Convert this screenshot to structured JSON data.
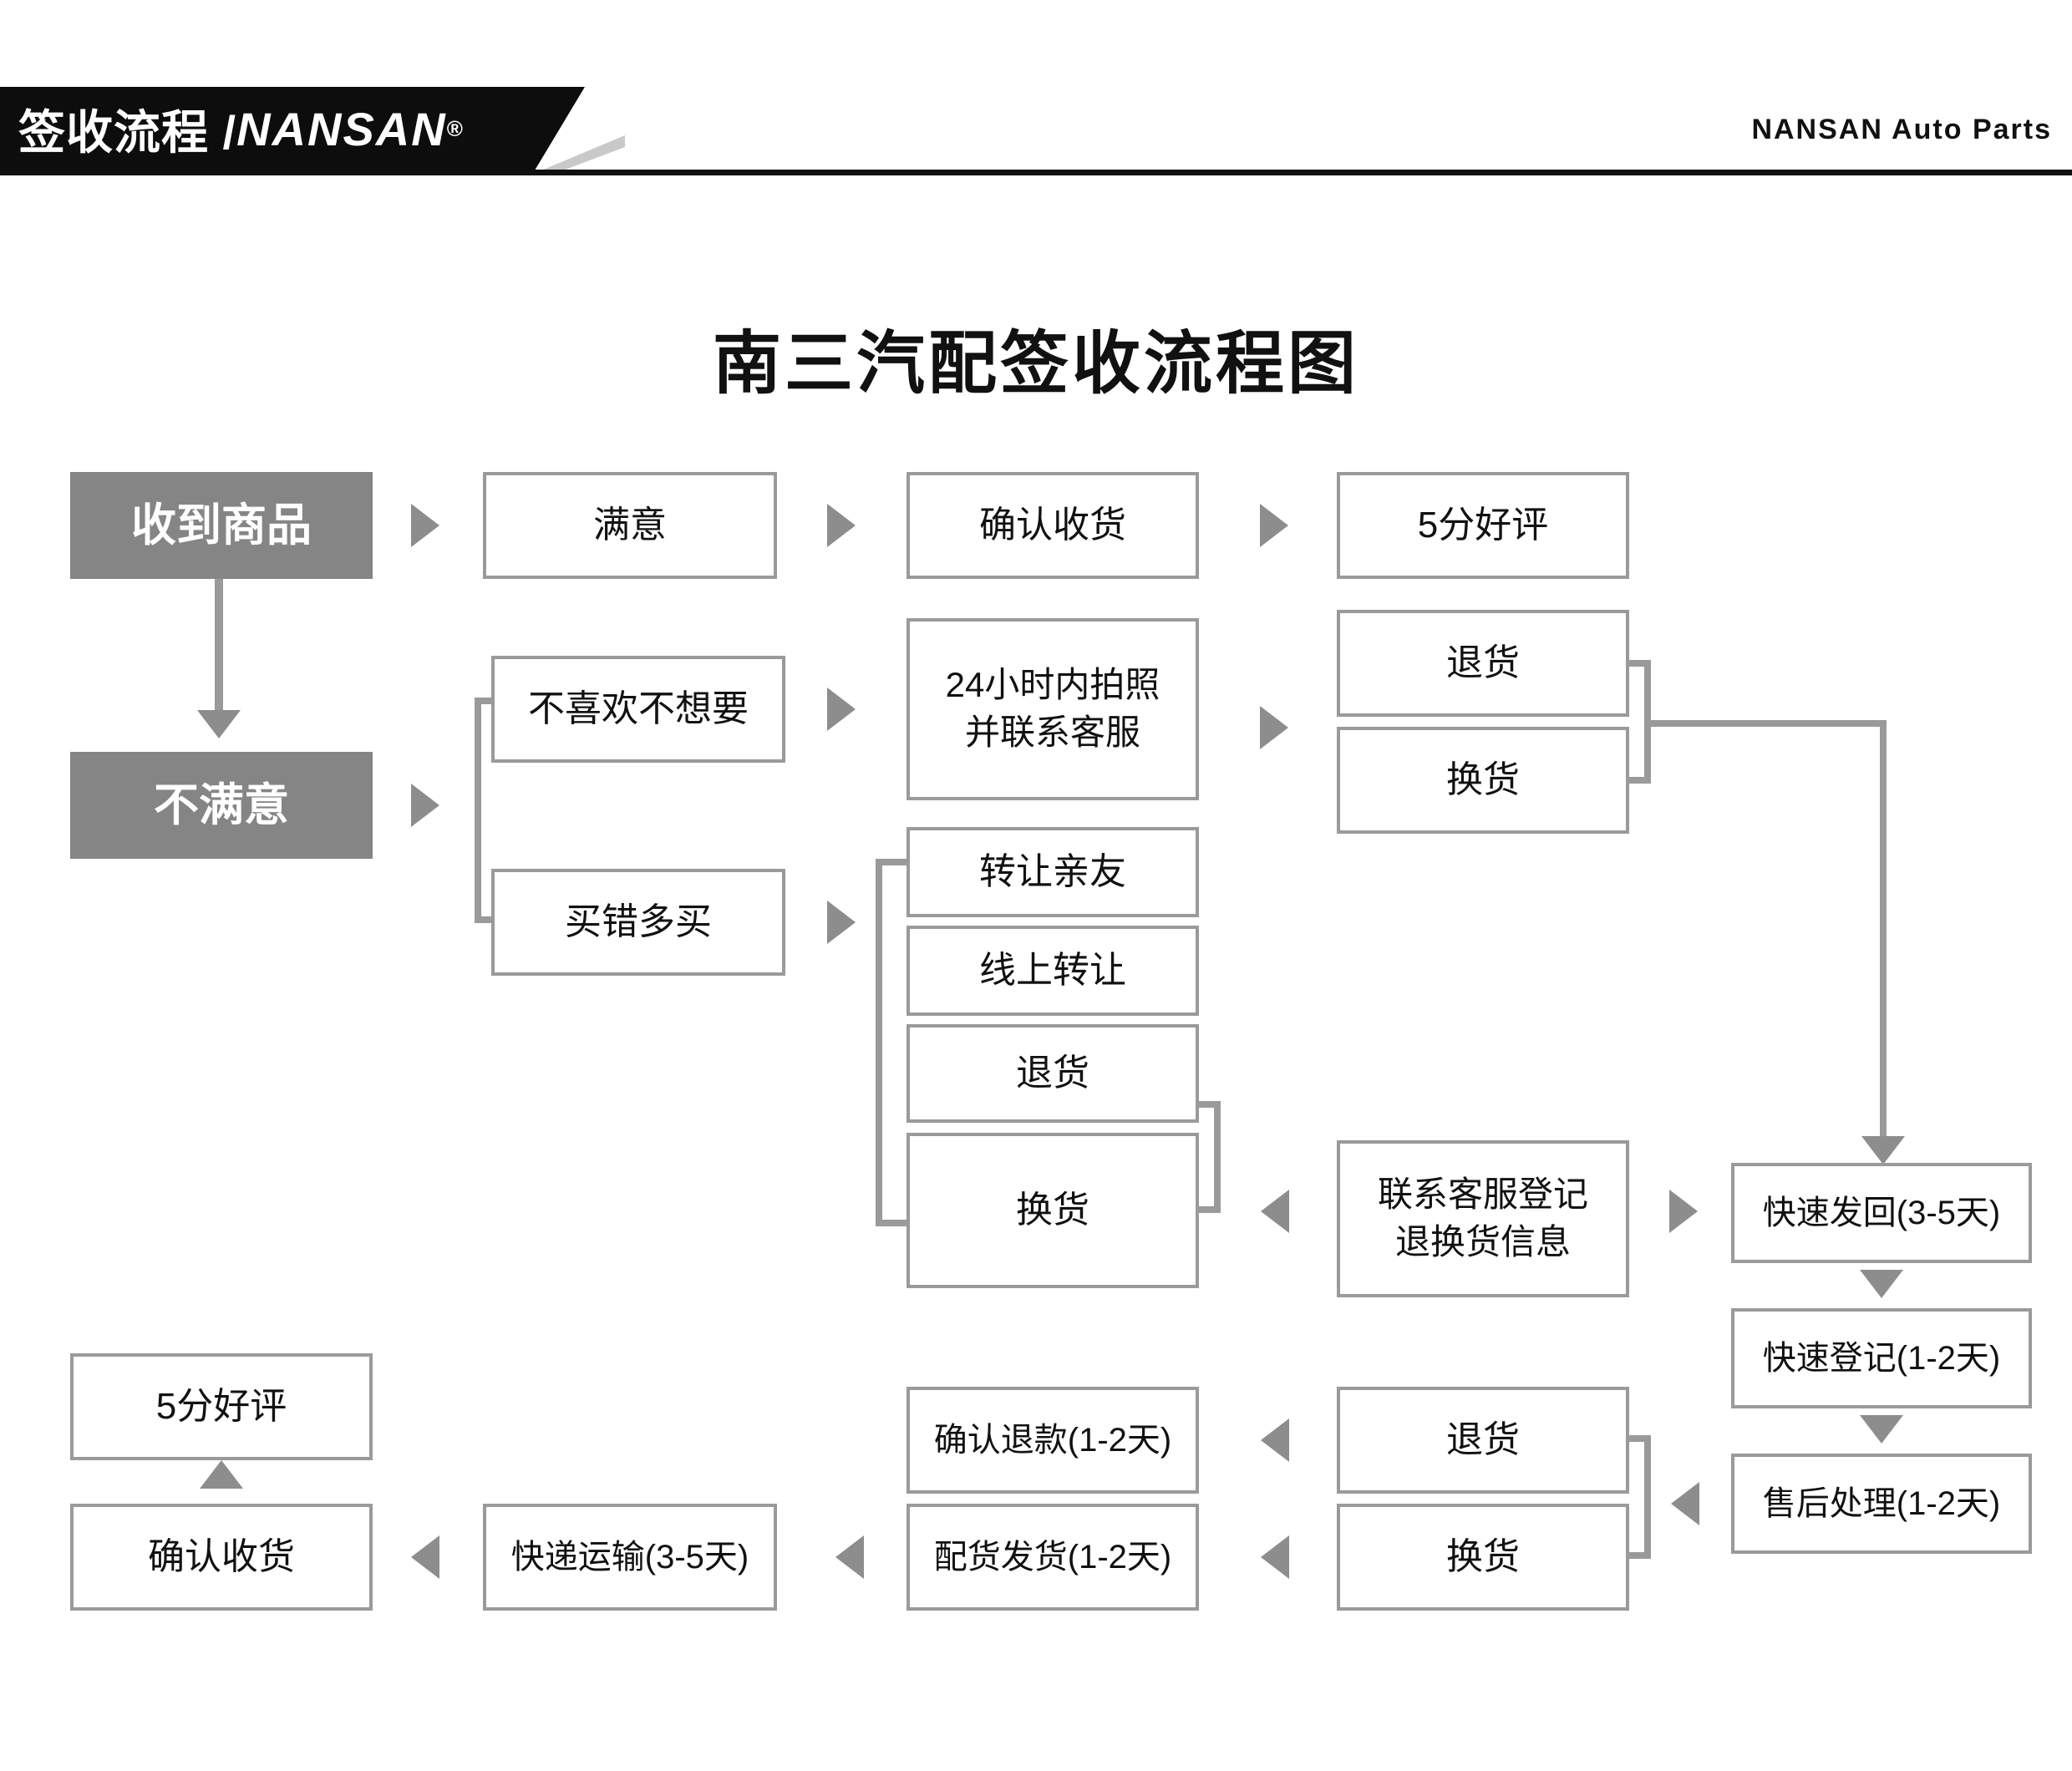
{
  "header": {
    "banner_cn": "签收流程 / ",
    "banner_brand": "NANSAN",
    "banner_reg": "®",
    "right_label": "NANSAN Auto Parts"
  },
  "title": "南三汽配签收流程图",
  "colors": {
    "filled_node_bg": "#858585",
    "node_border": "#9a9a9a",
    "connector": "#9a9a9a",
    "arrow": "#8d8d8d",
    "banner_bg": "#0d0d0d",
    "banner_text": "#ffffff"
  },
  "nodes": {
    "received": "收到商品",
    "satisfied": "满意",
    "confirm_receipt_top": "确认收货",
    "five_star_top": "5分好评",
    "unsatisfied": "不满意",
    "dislike": "不喜欢不想要",
    "photo_contact": "24小时内拍照\n并联系客服",
    "photo_contact_l1": "24小时内拍照",
    "photo_contact_l2": "并联系客服",
    "return_r1": "退货",
    "exchange_r1": "换货",
    "bought_wrong": "买错多买",
    "transfer_friend": "转让亲友",
    "transfer_online": "线上转让",
    "return_m": "退货",
    "exchange_m": "换货",
    "contact_register_l1": "联系客服登记",
    "contact_register_l2": "退换货信息",
    "fast_return": "快速发回(3-5天)",
    "fast_register": "快速登记(1-2天)",
    "after_sales": "售后处理(1-2天)",
    "return_b": "退货",
    "exchange_b": "换货",
    "confirm_refund": "确认退款(1-2天)",
    "ship_goods": "配货发货(1-2天)",
    "express_transport": "快递运输(3-5天)",
    "confirm_receipt_bottom": "确认收货",
    "five_star_bottom": "5分好评"
  },
  "chart_data": {
    "type": "diagram",
    "title": "南三汽配签收流程图",
    "diagram_kind": "flowchart",
    "flows": [
      {
        "from": "收到商品",
        "to": "满意",
        "marker": "arrow-right"
      },
      {
        "from": "满意",
        "to": "确认收货",
        "marker": "arrow-right"
      },
      {
        "from": "确认收货",
        "to": "5分好评",
        "marker": "arrow-right"
      },
      {
        "from": "收到商品",
        "to": "不满意",
        "marker": "arrow-down"
      },
      {
        "from": "不满意",
        "to": "不喜欢不想要",
        "marker": "arrow-right-bracket"
      },
      {
        "from": "不满意",
        "to": "买错多买",
        "marker": "arrow-right-bracket"
      },
      {
        "from": "不喜欢不想要",
        "to": "24小时内拍照并联系客服",
        "marker": "arrow-right"
      },
      {
        "from": "24小时内拍照并联系客服",
        "to": "退货",
        "marker": "arrow-right"
      },
      {
        "from": "24小时内拍照并联系客服",
        "to": "换货",
        "marker": "arrow-right"
      },
      {
        "from": "退货/换货",
        "to": "快速发回(3-5天)",
        "marker": "bracket-down-arrow"
      },
      {
        "from": "买错多买",
        "to": "转让亲友",
        "marker": "arrow-right-bracket"
      },
      {
        "from": "买错多买",
        "to": "线上转让",
        "marker": "arrow-right-bracket"
      },
      {
        "from": "买错多买",
        "to": "退货",
        "marker": "arrow-right-bracket"
      },
      {
        "from": "买错多买",
        "to": "换货",
        "marker": "arrow-right-bracket"
      },
      {
        "from": "联系客服登记退换货信息",
        "to": "退货/换货",
        "marker": "arrow-left"
      },
      {
        "from": "联系客服登记退换货信息",
        "to": "快速发回(3-5天)",
        "marker": "arrow-right"
      },
      {
        "from": "快速发回(3-5天)",
        "to": "快速登记(1-2天)",
        "marker": "arrow-down"
      },
      {
        "from": "快速登记(1-2天)",
        "to": "售后处理(1-2天)",
        "marker": "arrow-down"
      },
      {
        "from": "售后处理(1-2天)",
        "to": "退货/换货",
        "marker": "arrow-left-bracket"
      },
      {
        "from": "退货",
        "to": "确认退款(1-2天)",
        "marker": "arrow-left"
      },
      {
        "from": "换货",
        "to": "配货发货(1-2天)",
        "marker": "arrow-left"
      },
      {
        "from": "配货发货(1-2天)",
        "to": "快递运输(3-5天)",
        "marker": "arrow-left"
      },
      {
        "from": "快递运输(3-5天)",
        "to": "确认收货",
        "marker": "arrow-left"
      },
      {
        "from": "确认收货",
        "to": "5分好评",
        "marker": "arrow-up"
      }
    ]
  }
}
